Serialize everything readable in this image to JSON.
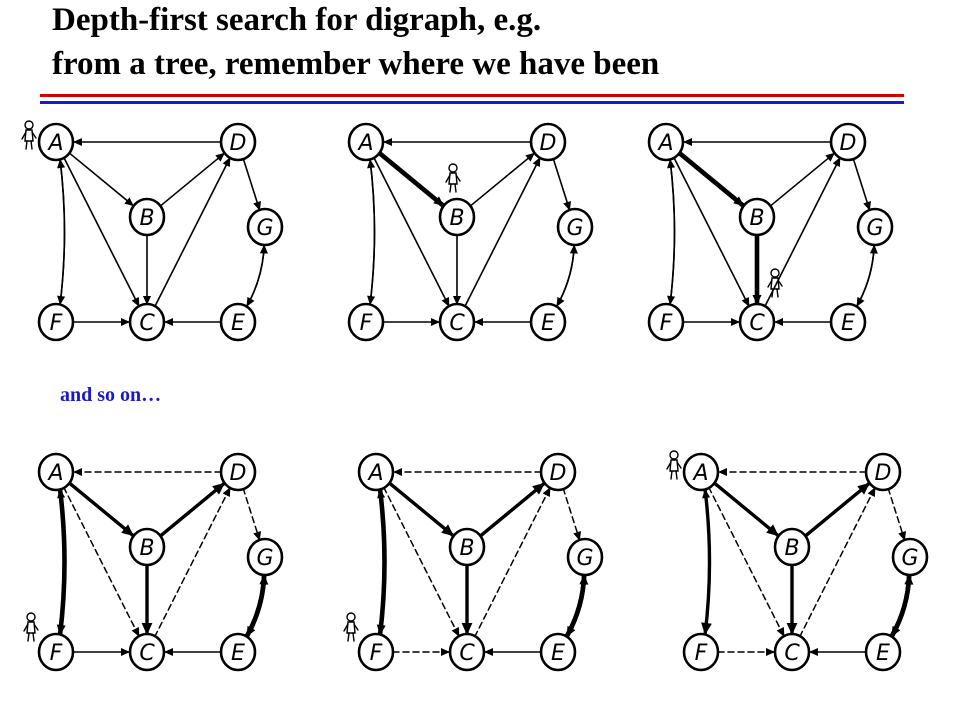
{
  "title": {
    "line1": "Depth-first search for digraph, e.g.",
    "line2": "from a tree, remember where we have been"
  },
  "caption": "and so on…",
  "colors": {
    "title": "#000000",
    "caption": "#1a1acc",
    "rule_red": "#cc0000",
    "rule_blue": "#1a1acc",
    "ink": "#000000"
  },
  "graph": {
    "nodes": [
      {
        "id": "A",
        "label": "A"
      },
      {
        "id": "B",
        "label": "B"
      },
      {
        "id": "C",
        "label": "C"
      },
      {
        "id": "D",
        "label": "D"
      },
      {
        "id": "E",
        "label": "E"
      },
      {
        "id": "F",
        "label": "F"
      },
      {
        "id": "G",
        "label": "G"
      }
    ],
    "edges": [
      {
        "id": "D-A",
        "from": "D",
        "to": "A"
      },
      {
        "id": "A-B",
        "from": "A",
        "to": "B"
      },
      {
        "id": "A-C",
        "from": "A",
        "to": "C"
      },
      {
        "id": "A-F",
        "from": "A",
        "to": "F"
      },
      {
        "id": "F-A",
        "from": "F",
        "to": "A"
      },
      {
        "id": "B-D",
        "from": "B",
        "to": "D"
      },
      {
        "id": "B-C",
        "from": "B",
        "to": "C"
      },
      {
        "id": "C-D",
        "from": "C",
        "to": "D"
      },
      {
        "id": "F-C",
        "from": "F",
        "to": "C"
      },
      {
        "id": "E-C",
        "from": "E",
        "to": "C"
      },
      {
        "id": "D-G",
        "from": "D",
        "to": "G"
      },
      {
        "id": "G-E",
        "from": "G",
        "to": "E"
      },
      {
        "id": "E-G",
        "from": "E",
        "to": "G"
      }
    ]
  },
  "panels": [
    {
      "id": "panel-1",
      "walker_at": "A",
      "edges": {}
    },
    {
      "id": "panel-2",
      "walker_at": "B",
      "edges": {
        "A-B": "traversing"
      }
    },
    {
      "id": "panel-3",
      "walker_at": "C",
      "edges": {
        "A-B": "traversing",
        "B-C": "traversing"
      }
    },
    {
      "id": "panel-4",
      "walker_at": "F",
      "edges": {
        "D-A": "dashed",
        "A-B": "tree",
        "A-C": "dashed",
        "A-F": "traversing",
        "F-A": "dashed",
        "B-D": "tree",
        "B-C": "tree",
        "C-D": "dashed",
        "F-C": "solid",
        "E-C": "solid",
        "D-G": "dashed",
        "G-E": "traversing",
        "E-G": "traversing"
      }
    },
    {
      "id": "panel-5",
      "walker_at": "F",
      "edges": {
        "D-A": "dashed",
        "A-B": "tree",
        "A-C": "dashed",
        "A-F": "traversing",
        "F-A": "dashed",
        "B-D": "tree",
        "B-C": "tree",
        "C-D": "dashed",
        "F-C": "dashed",
        "E-C": "solid",
        "D-G": "dashed",
        "G-E": "traversing",
        "E-G": "traversing"
      }
    },
    {
      "id": "panel-6",
      "walker_at": "A",
      "edges": {
        "D-A": "dashed",
        "A-B": "tree",
        "A-C": "dashed",
        "A-F": "tree",
        "F-A": "dashed",
        "B-D": "tree",
        "B-C": "tree",
        "C-D": "dashed",
        "F-C": "dashed",
        "E-C": "solid",
        "D-G": "dashed",
        "G-E": "traversing",
        "E-G": "traversing"
      }
    }
  ]
}
